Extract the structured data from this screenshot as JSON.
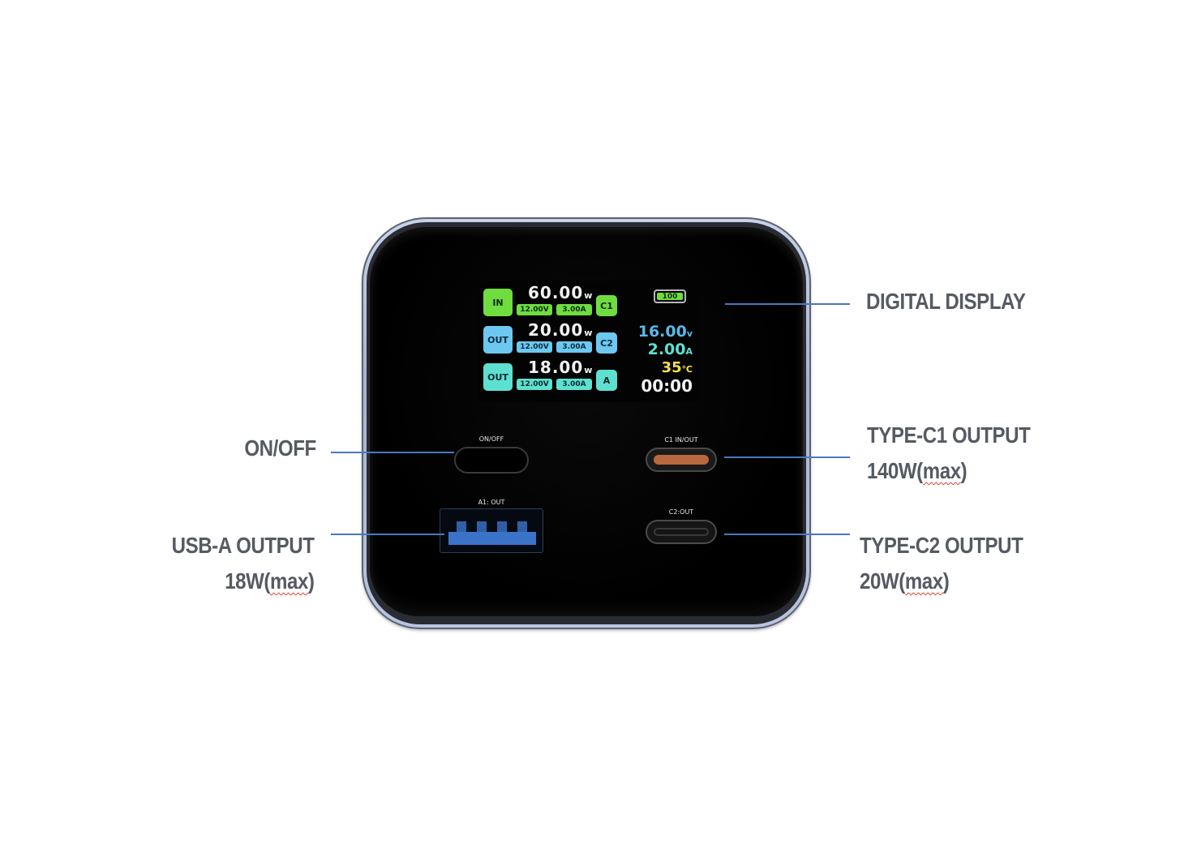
{
  "device": {
    "name": "multi-port charger",
    "screen": {
      "rows": [
        {
          "mode": "IN",
          "watts": "60.00",
          "watt_unit": "w",
          "volts": "12.00V",
          "amps": "3.00A",
          "port": "C1",
          "color": "#6fdd3f"
        },
        {
          "mode": "OUT",
          "watts": "20.00",
          "watt_unit": "w",
          "volts": "12.00V",
          "amps": "3.00A",
          "port": "C2",
          "color": "#6cc8f0"
        },
        {
          "mode": "OUT",
          "watts": "18.00",
          "watt_unit": "w",
          "volts": "12.00V",
          "amps": "3.00A",
          "port": "A",
          "color": "#5ee0d0"
        }
      ],
      "battery": "100",
      "voltage": "16.00",
      "voltage_unit": "v",
      "current": "2.00",
      "current_unit": "A",
      "temperature": "35",
      "temperature_unit": "℃",
      "timer": "00:00",
      "colors": {
        "voltage": "#5ab8ec",
        "current": "#5ee0d0",
        "temperature": "#f2e04a",
        "timer": "#f2f2f2"
      }
    },
    "port_labels": {
      "onoff": "ON/OFF",
      "c1": "C1 IN/OUT",
      "a1": "A1: OUT",
      "c2": "C2:OUT"
    }
  },
  "callouts": {
    "digital_display": "DIGITAL DISPLAY",
    "onoff": "ON/OFF",
    "type_c1": {
      "title": "TYPE-C1 OUTPUT",
      "power": "140W(",
      "max": "max",
      "close": ")"
    },
    "usb_a": {
      "title": "USB-A OUTPUT",
      "power": "18W(",
      "max": "max",
      "close": ")"
    },
    "type_c2": {
      "title": "TYPE-C2 OUTPUT",
      "power": "20W(",
      "max": "max",
      "close": ")"
    }
  },
  "colors": {
    "leader_line": "#4a78c0",
    "callout_text": "#565a63"
  }
}
